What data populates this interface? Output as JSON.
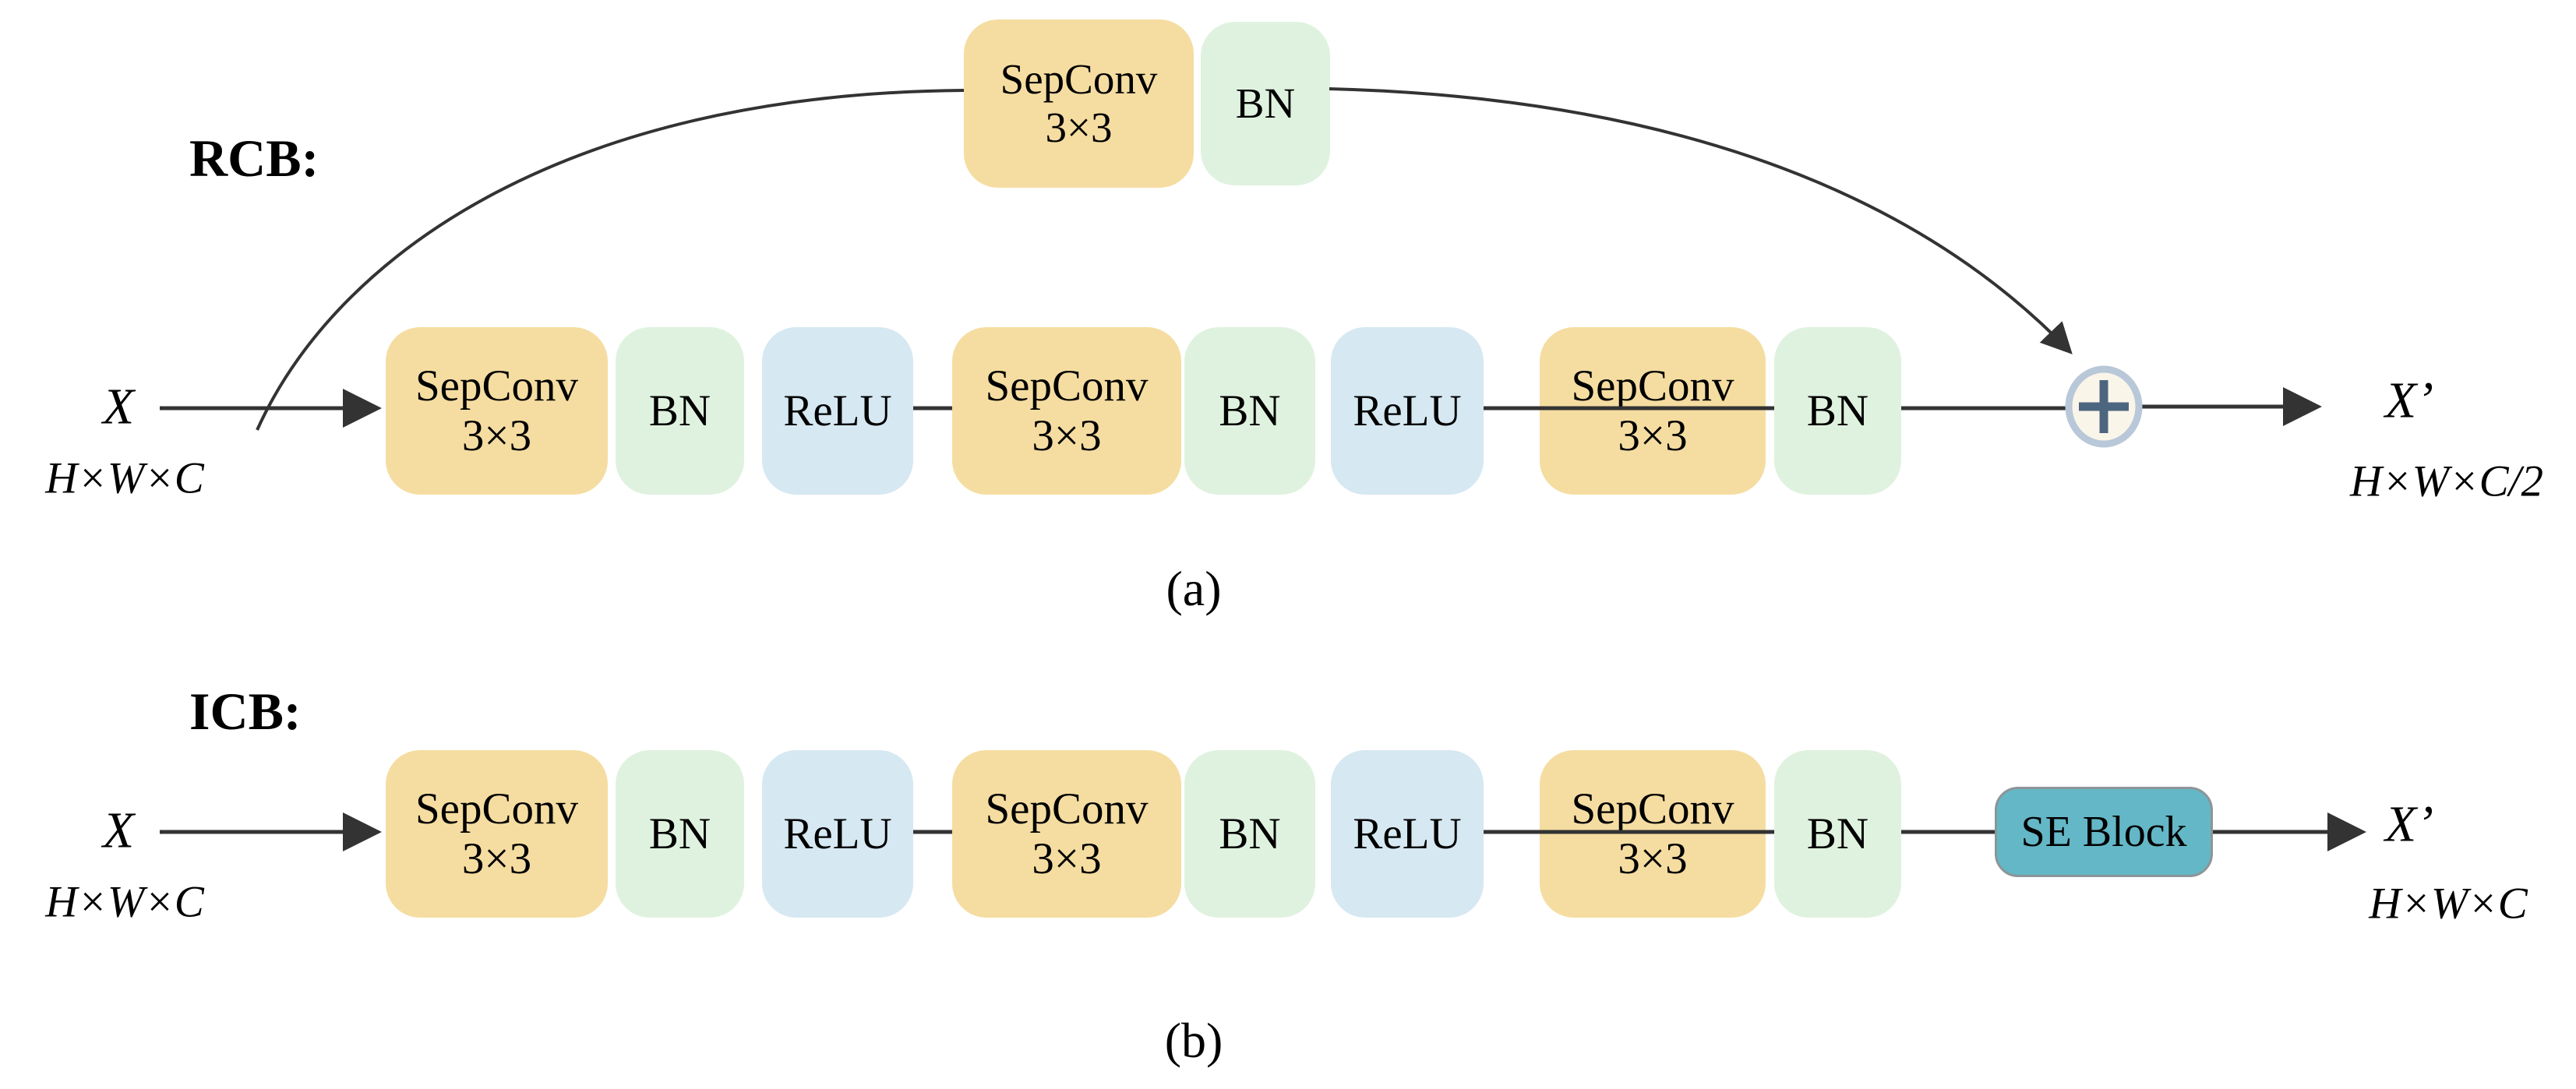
{
  "colors": {
    "conv_fill": "#F5DDA1",
    "bn_fill": "#DFF2DF",
    "relu_fill": "#D6E8F2",
    "se_fill": "#64B7C6",
    "se_border": "#8C9598",
    "line": "#333333",
    "add_ring": "#B8C8D9",
    "add_fill": "#FAF5E9",
    "add_plus": "#4C6680"
  },
  "icons": {
    "merge": "circled-plus-icon"
  },
  "rcb": {
    "label": "RCB:",
    "caption": "(a)",
    "input": {
      "symbol": "X",
      "dims": "H×W×C"
    },
    "output": {
      "symbol": "X’",
      "dims": "H×W×C/2"
    },
    "skip_blocks": [
      {
        "l1": "SepConv",
        "l2": "3×3",
        "kind": "conv"
      },
      {
        "l1": "BN",
        "l2": "",
        "kind": "bn"
      }
    ],
    "blocks": [
      {
        "l1": "SepConv",
        "l2": "3×3",
        "kind": "conv"
      },
      {
        "l1": "BN",
        "l2": "",
        "kind": "bn"
      },
      {
        "l1": "ReLU",
        "l2": "",
        "kind": "relu"
      },
      {
        "l1": "SepConv",
        "l2": "3×3",
        "kind": "conv"
      },
      {
        "l1": "BN",
        "l2": "",
        "kind": "bn"
      },
      {
        "l1": "ReLU",
        "l2": "",
        "kind": "relu"
      },
      {
        "l1": "SepConv",
        "l2": "3×3",
        "kind": "conv"
      },
      {
        "l1": "BN",
        "l2": "",
        "kind": "bn"
      }
    ]
  },
  "icb": {
    "label": "ICB:",
    "caption": "(b)",
    "input": {
      "symbol": "X",
      "dims": "H×W×C"
    },
    "output": {
      "symbol": "X’",
      "dims": "H×W×C"
    },
    "blocks": [
      {
        "l1": "SepConv",
        "l2": "3×3",
        "kind": "conv"
      },
      {
        "l1": "BN",
        "l2": "",
        "kind": "bn"
      },
      {
        "l1": "ReLU",
        "l2": "",
        "kind": "relu"
      },
      {
        "l1": "SepConv",
        "l2": "3×3",
        "kind": "conv"
      },
      {
        "l1": "BN",
        "l2": "",
        "kind": "bn"
      },
      {
        "l1": "ReLU",
        "l2": "",
        "kind": "relu"
      },
      {
        "l1": "SepConv",
        "l2": "3×3",
        "kind": "conv"
      },
      {
        "l1": "BN",
        "l2": "",
        "kind": "bn"
      }
    ],
    "se_block": {
      "label": "SE Block",
      "kind": "se"
    }
  }
}
